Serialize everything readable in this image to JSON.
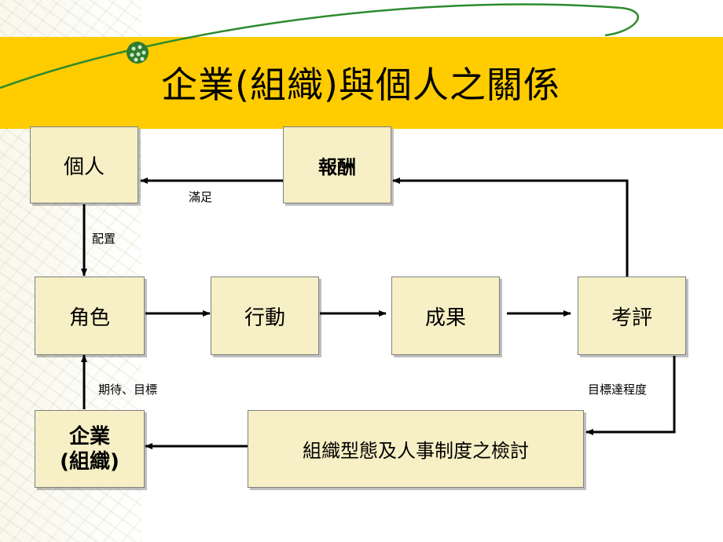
{
  "title": "企業(組織)與個人之關係",
  "nodes": {
    "individual": "個人",
    "reward": "報酬",
    "role": "角色",
    "action": "行動",
    "result": "成果",
    "evaluation": "考評",
    "enterprise_line1": "企業",
    "enterprise_line2": "(組織)",
    "review": "組織型態及人事制度之檢討"
  },
  "edges": {
    "satisfy": "滿足",
    "assign": "配置",
    "expectation": "期待、目標",
    "goal_attainment": "目標達程度"
  },
  "colors": {
    "title_band": "#ffcc00",
    "node_fill": "#f7efc5",
    "accent_green": "#2e8b2e"
  }
}
